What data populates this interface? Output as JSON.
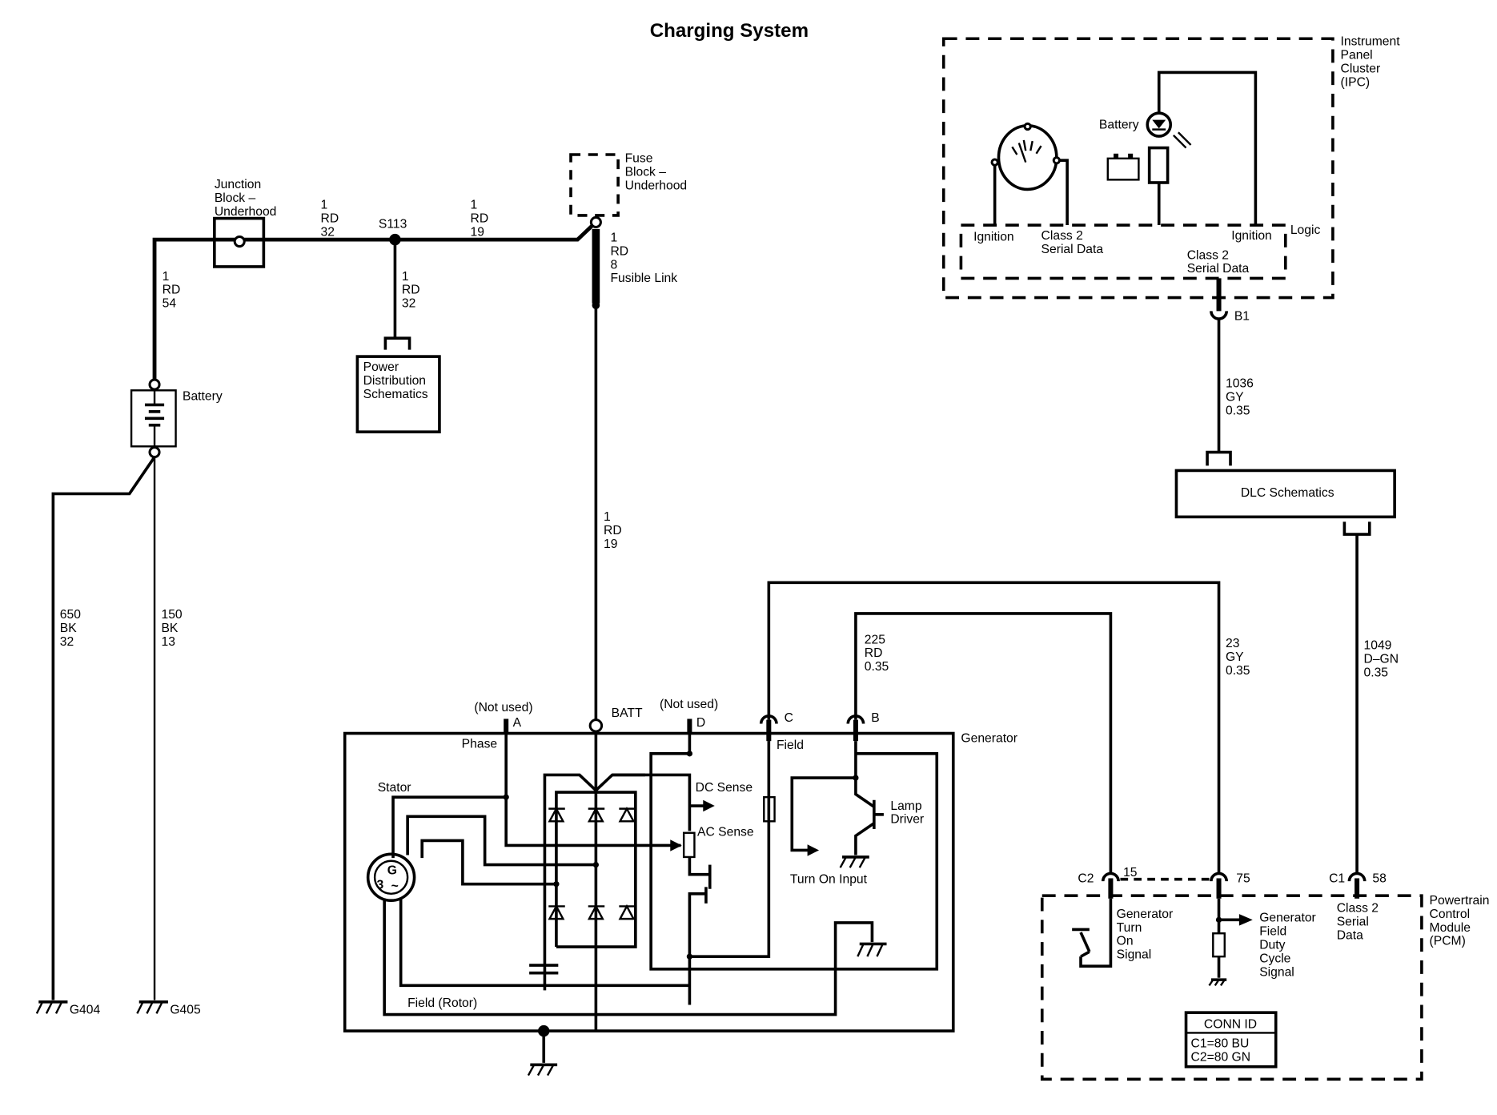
{
  "title": "Charging System",
  "components": {
    "junction_block": [
      "Junction",
      "Block –",
      "Underhood"
    ],
    "fuse_block": [
      "Fuse",
      "Block –",
      "Underhood"
    ],
    "splice": "S113",
    "battery": "Battery",
    "power_distribution": [
      "Power",
      "Distribution",
      "Schematics"
    ],
    "ipc": [
      "Instrument",
      "Panel",
      "Cluster",
      "(IPC)"
    ],
    "ipc_battery_indicator": "Battery",
    "ipc_logic": "Logic",
    "ipc_ignition_left": "Ignition",
    "ipc_class2_left": [
      "Class 2",
      "Serial Data"
    ],
    "ipc_ignition_right": "Ignition",
    "ipc_class2_right": [
      "Class 2",
      "Serial Data"
    ],
    "dlc": "DLC Schematics",
    "generator": "Generator",
    "pcm": [
      "Powertrain",
      "Control",
      "Module",
      "(PCM)"
    ]
  },
  "wires": {
    "rd_54": [
      "1",
      "RD",
      "54"
    ],
    "rd_32_top": [
      "1",
      "RD",
      "32"
    ],
    "rd_19_top": [
      "1",
      "RD",
      "19"
    ],
    "rd_32_drop": [
      "1",
      "RD",
      "32"
    ],
    "fusible_link": [
      "1",
      "RD",
      "8",
      "Fusible Link"
    ],
    "rd_19_main": [
      "1",
      "RD",
      "19"
    ],
    "bk_650": [
      "650",
      "BK",
      "32"
    ],
    "bk_150": [
      "150",
      "BK",
      "13"
    ],
    "gy_1036": [
      "1036",
      "GY",
      "0.35"
    ],
    "rd_225": [
      "225",
      "RD",
      "0.35"
    ],
    "gy_23": [
      "23",
      "GY",
      "0.35"
    ],
    "dgn_1049": [
      "1049",
      "D–GN",
      "0.35"
    ]
  },
  "grounds": {
    "g404": "G404",
    "g405": "G405"
  },
  "connectors": {
    "b1": "B1",
    "pin_a": "A",
    "pin_a_note": "(Not used)",
    "batt": "BATT",
    "pin_d": "D",
    "pin_d_note": "(Not used)",
    "pin_c": "C",
    "pin_b": "B",
    "c2": "C2",
    "c2_pin": "15",
    "pin_75": "75",
    "c1": "C1",
    "c1_pin": "58"
  },
  "generator_internal": {
    "phase": "Phase",
    "stator": "Stator",
    "field": "Field",
    "dc_sense": "DC Sense",
    "ac_sense": "AC Sense",
    "lamp_driver": [
      "Lamp",
      "Driver"
    ],
    "turn_on_input": "Turn On Input",
    "field_rotor": "Field (Rotor)",
    "gen_symbol_g": "G",
    "gen_symbol_3": "3",
    "gen_symbol_ac": "~"
  },
  "pcm_internal": {
    "turn_on_signal": [
      "Generator",
      "Turn",
      "On",
      "Signal"
    ],
    "field_duty": [
      "Generator",
      "Field",
      "Duty",
      "Cycle",
      "Signal"
    ],
    "class2": [
      "Class 2",
      "Serial",
      "Data"
    ],
    "conn_id_title": "CONN ID",
    "conn_id_rows": [
      "C1=80 BU",
      "C2=80 GN"
    ]
  }
}
